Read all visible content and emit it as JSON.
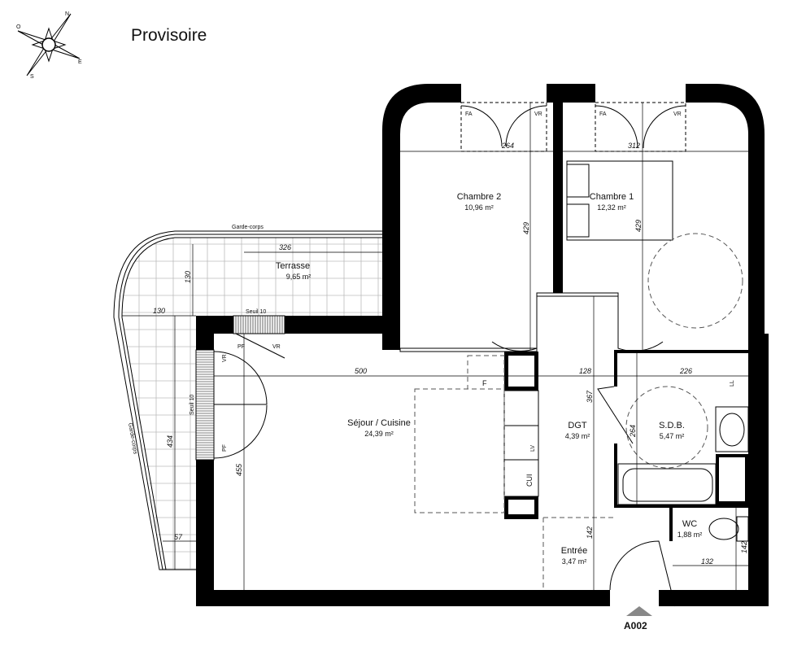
{
  "title": "Provisoire",
  "compass": {
    "n": "N",
    "o": "O",
    "e": "E",
    "s": "S"
  },
  "unit_ref": "A002",
  "rooms": {
    "terrasse": {
      "name": "Terrasse",
      "area": "9,65 m²"
    },
    "chambre2": {
      "name": "Chambre 2",
      "area": "10,96 m²"
    },
    "chambre1": {
      "name": "Chambre 1",
      "area": "12,32 m²"
    },
    "sejour": {
      "name": "Séjour / Cuisine",
      "area": "24,39 m²"
    },
    "dgt": {
      "name": "DGT",
      "area": "4,39 m²"
    },
    "sdb": {
      "name": "S.D.B.",
      "area": "5,47 m²"
    },
    "wc": {
      "name": "WC",
      "area": "1,88 m²"
    },
    "entree": {
      "name": "Entrée",
      "area": "3,47 m²"
    }
  },
  "labels": {
    "garde_corps": "Garde-corps",
    "seuil": "Seuil 10",
    "pf": "PF",
    "vr": "VR",
    "fa": "FA",
    "f": "F",
    "ll": "LL",
    "lv": "LV",
    "cui": "CUI"
  },
  "dimensions": {
    "terrasse_w": "326",
    "terrasse_h": "130",
    "terrasse_side": "130",
    "chambre2_w": "264",
    "chambre2_h": "429",
    "chambre1_w": "312",
    "chambre1_h": "429",
    "sejour_w": "500",
    "sejour_h": "455",
    "balcony_h": "434",
    "balcony_w": "57",
    "dgt_w": "128",
    "dgt_h": "367",
    "sdb_w": "226",
    "sdb_h": "264",
    "entree_h": "142",
    "wc_h": "142",
    "wc_w": "132"
  }
}
